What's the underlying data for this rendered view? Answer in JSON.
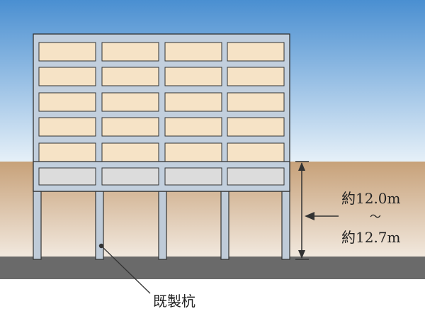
{
  "depth_annotation": {
    "line1": "約12.0m",
    "line2": "～",
    "line3": "約12.7m"
  },
  "pile_label": "既製杭",
  "colors": {
    "sky_top": "#4a8fd1",
    "sky_bottom": "#e6f0f8",
    "soil_top": "#c7a179",
    "soil_bottom": "#f2e9df",
    "bedrock": "#6a6a6a",
    "building_frame": "#c2cfdd",
    "window": "#f6e3c6",
    "basement_panel": "#dcdcdc",
    "pile": "#bfcbd8",
    "outline": "#333333"
  },
  "building": {
    "floors_above_ground": 5,
    "columns": 4,
    "piles": 5
  }
}
